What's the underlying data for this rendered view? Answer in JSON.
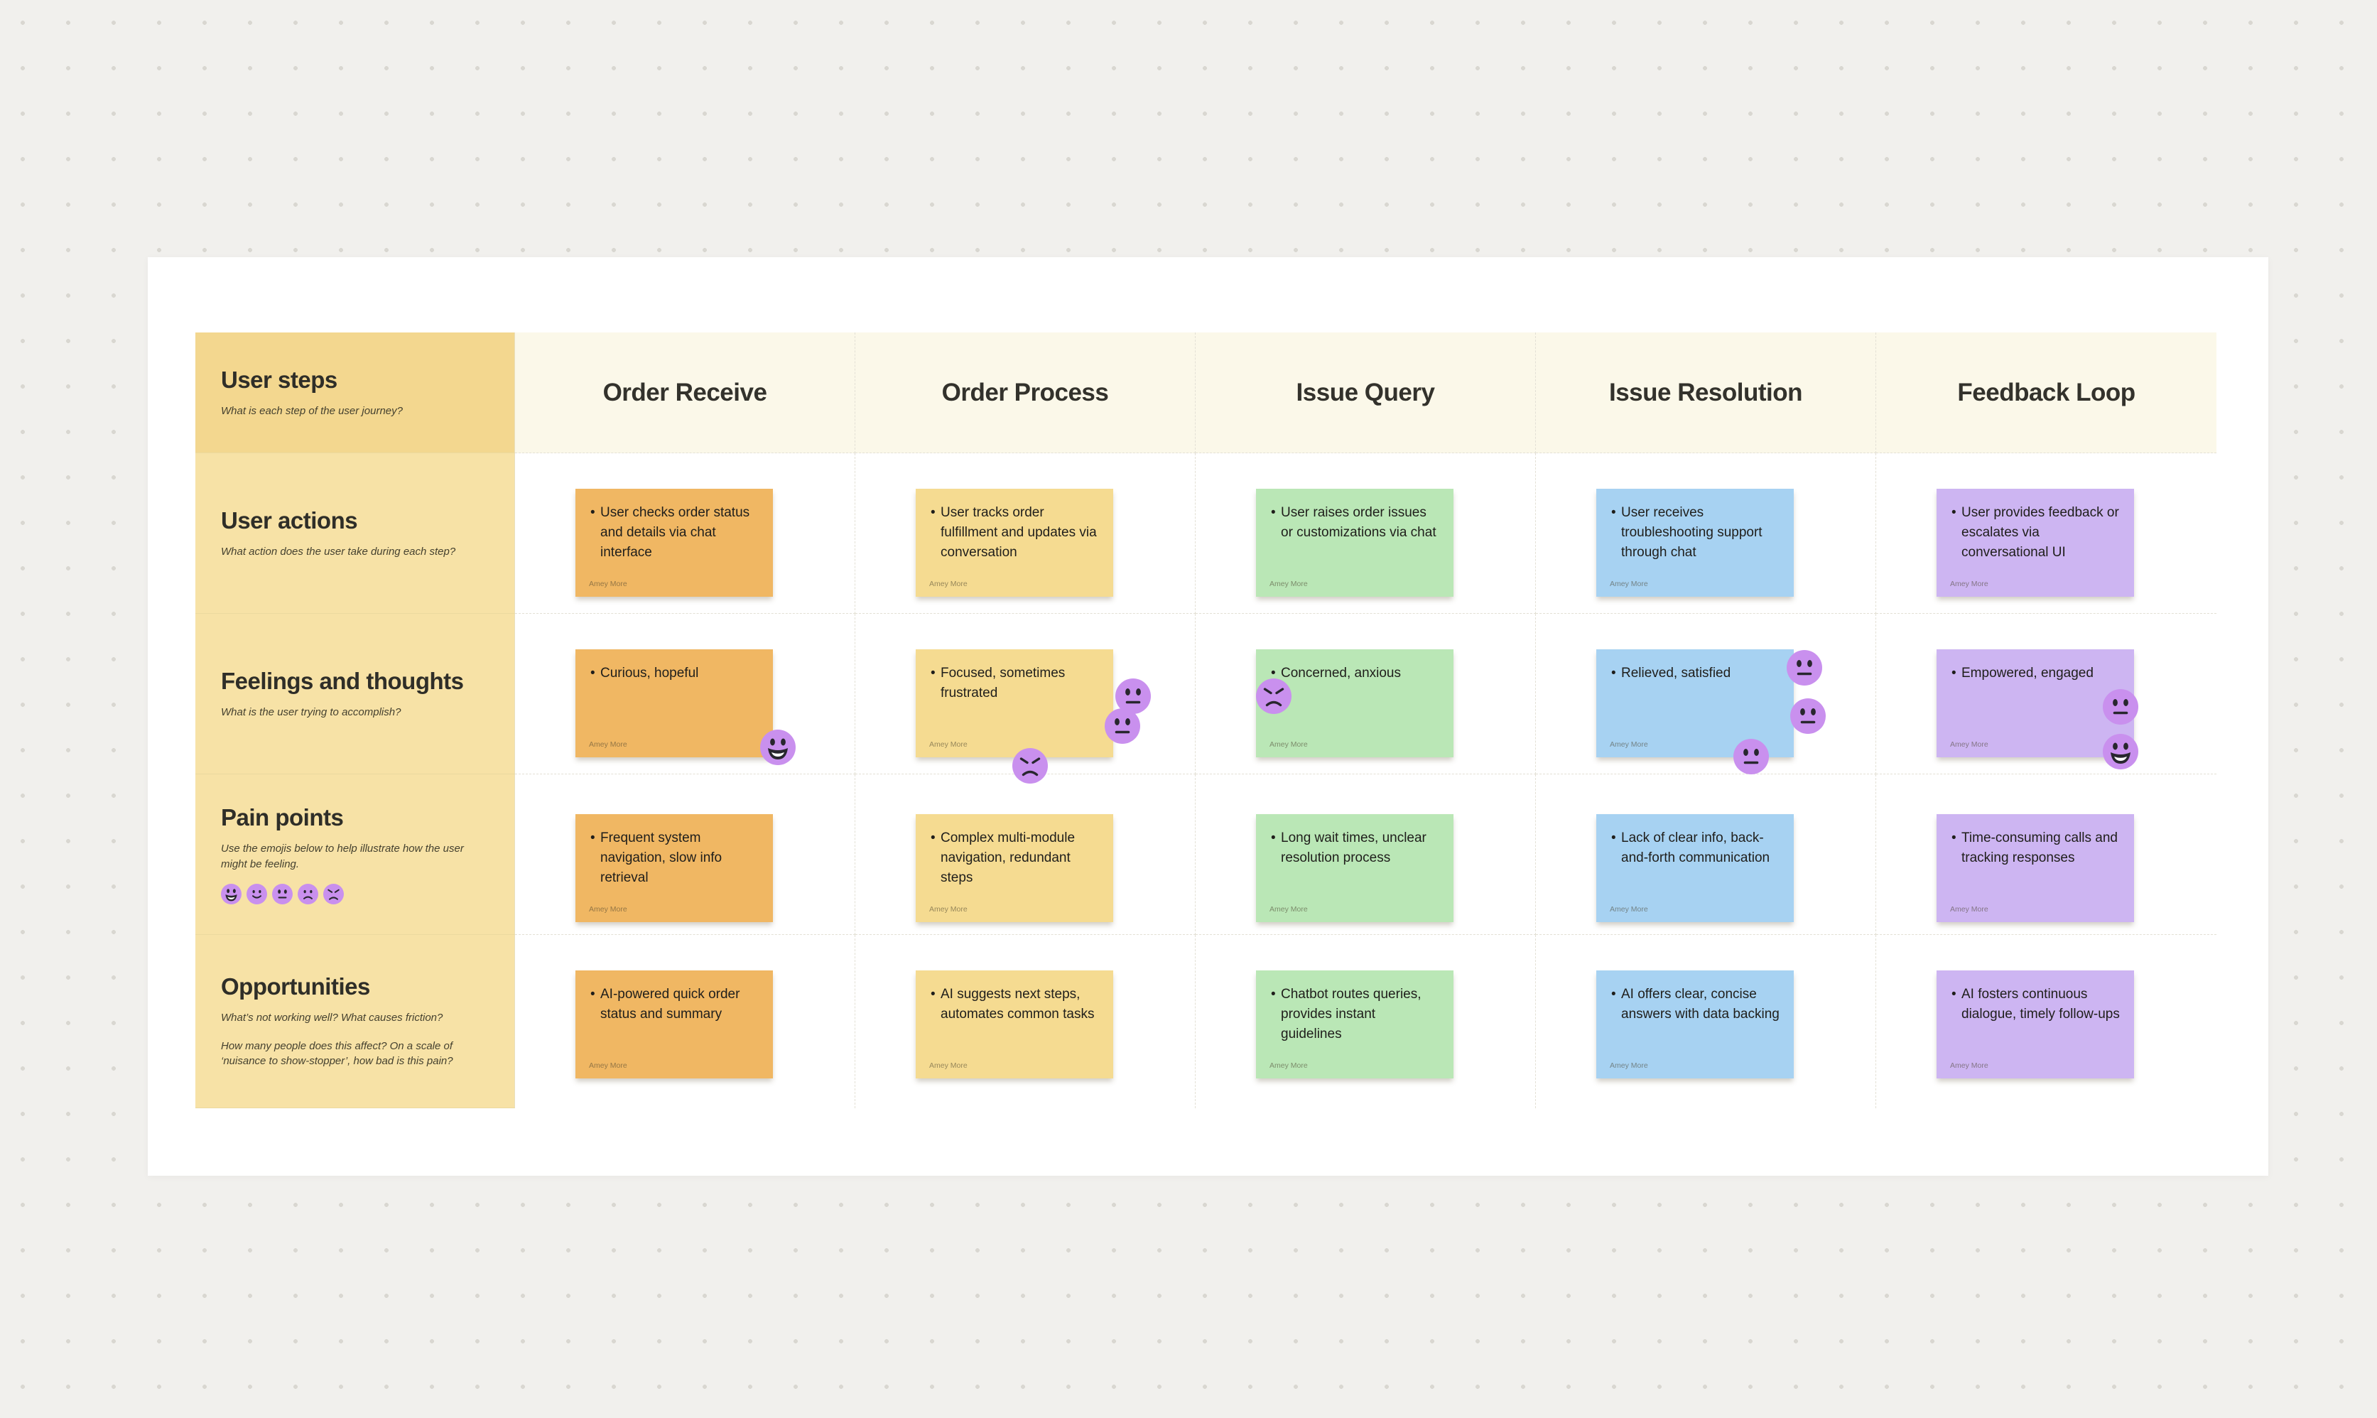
{
  "board": {
    "author": "Amey More",
    "row_headers": {
      "user_steps": {
        "title": "User steps",
        "subtitle": "What is each step of the user journey?"
      },
      "user_actions": {
        "title": "User actions",
        "subtitle": "What action does the user take during each step?"
      },
      "feelings": {
        "title": "Feelings and thoughts",
        "subtitle": "What is the user trying to accomplish?"
      },
      "pain_points": {
        "title": "Pain points",
        "subtitle": "Use the emojis below to help illustrate how the user might be feeling."
      },
      "opportunities": {
        "title": "Opportunities",
        "subtitle": "What’s not working well? What causes friction?",
        "subtitle2": "How many people does this affect? On a scale of ‘nuisance to show-stopper’, how bad is this pain?"
      }
    },
    "columns": [
      "Order Receive",
      "Order Process",
      "Issue Query",
      "Issue Resolution",
      "Feedback Loop"
    ],
    "notes": {
      "user_actions": [
        "User checks order status and details via chat interface",
        "User tracks order fulfillment and updates via conversation",
        "User raises order issues or customizations via chat",
        "User receives troubleshooting support through chat",
        "User provides feedback or escalates via conversational UI"
      ],
      "feelings": [
        "Curious, hopeful",
        "Focused, sometimes frustrated",
        "Concerned, anxious",
        "Relieved, satisfied",
        "Empowered, engaged"
      ],
      "pain_points": [
        "Frequent system navigation, slow info retrieval",
        "Complex multi-module navigation, redundant steps",
        "Long wait times, unclear resolution process",
        "Lack of clear info, back-and-forth communication",
        "Time-consuming calls and tracking responses"
      ],
      "opportunities": [
        "AI-powered quick order status and summary",
        "AI suggests next steps, automates common tasks",
        "Chatbot routes queries, provides instant guidelines",
        "AI offers clear, concise answers with data backing",
        "AI fosters continuous dialogue, timely follow-ups"
      ]
    },
    "emoji_scale": [
      "grin",
      "smile",
      "neutral",
      "frown",
      "angry"
    ],
    "stickers": {
      "feelings_order_receive": [
        "grin"
      ],
      "feelings_order_process": [
        "neutral",
        "neutral",
        "angry"
      ],
      "feelings_issue_query": [
        "angry"
      ],
      "feelings_issue_resolution": [
        "neutral",
        "neutral",
        "neutral"
      ],
      "feelings_feedback_loop": [
        "neutral",
        "grin"
      ]
    },
    "colors": {
      "page_bg": "#F1F0ED",
      "canvas_bg": "#FFFFFF",
      "row_header_bg": "#F7E2A6",
      "user_steps_bg": "#F3D78F",
      "column_header_bg": "#FBF8E9",
      "note_orange": "#F0B763",
      "note_yellow": "#F5DB91",
      "note_green": "#BAE7B6",
      "note_blue": "#A7D2F2",
      "note_purple": "#CDB5F2",
      "emoji_circle": "#C990EE"
    }
  }
}
